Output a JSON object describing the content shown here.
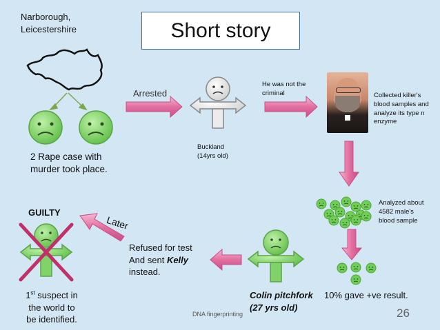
{
  "slide": {
    "title": "Short story",
    "page_number": "26",
    "footer": "DNA fingerprinting"
  },
  "labels": {
    "location": [
      "Narborough,",
      "Leicestershire"
    ],
    "rape_case": [
      "2  Rape  case  with",
      "murder took place."
    ],
    "arrested": "Arrested",
    "buckland": [
      "Buckland",
      "(14yrs old)"
    ],
    "not_criminal": [
      "He was not the",
      "criminal"
    ],
    "collected": [
      "Collected killer's",
      "blood samples and",
      "analyze its type n",
      "enzyme"
    ],
    "analyzed": [
      "Analyzed about",
      "4582 male's",
      "blood sample"
    ],
    "positive": "10% gave +ve result.",
    "colin": [
      "Colin pitchfork",
      "(27 yrs old)"
    ],
    "refused": [
      "Refused for test",
      "And sent ",
      "Kelly",
      "instead."
    ],
    "later": "Later",
    "guilty": "GUILTY",
    "first_suspect": [
      "1",
      "st",
      " suspect in",
      "the world to",
      "be identified."
    ]
  },
  "colors": {
    "background": "#d3e6f4",
    "arrow_pink": "#e26fa0",
    "sad_face_green": "#7fd36a",
    "gray_figure": "#e6e6e6",
    "title_border": "#3f6fa6"
  },
  "icons": {
    "sad_face": "sad-face-icon",
    "gray_figure": "gray-person-icon",
    "green_figure": "green-person-icon",
    "cross": "red-cross-icon",
    "map": "county-outline-icon",
    "photo": "scientist-photo"
  }
}
